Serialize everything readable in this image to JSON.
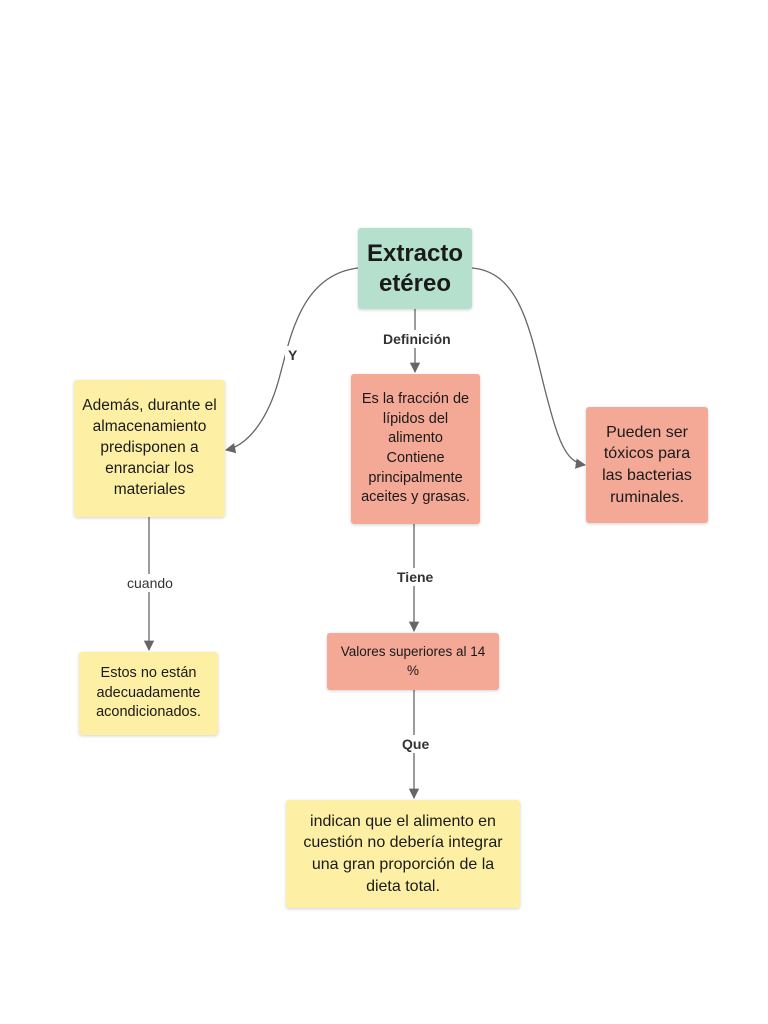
{
  "diagram": {
    "nodes": {
      "root": "Extracto etéreo",
      "left": "Además, durante el almacenamiento predisponen a enranciar los materiales",
      "center": "Es la fracción de lípidos del alimento Contiene principalmente aceites y grasas.",
      "right": "Pueden ser tóxicos para las bacterias ruminales.",
      "left_bottom": "Estos no están adecuadamente acondicionados.",
      "values": "Valores superiores al 14 %",
      "bottom": "indican que el alimento en cuestión no debería integrar una gran proporción de la dieta total."
    },
    "edge_labels": {
      "y": "Y",
      "definicion": "Definición",
      "cuando": "cuando",
      "tiene": "Tiene",
      "que": "Que"
    },
    "colors": {
      "root": "#b5e0ce",
      "salmon": "#f4a896",
      "yellow": "#fdf0a4",
      "connector": "#666666"
    }
  }
}
